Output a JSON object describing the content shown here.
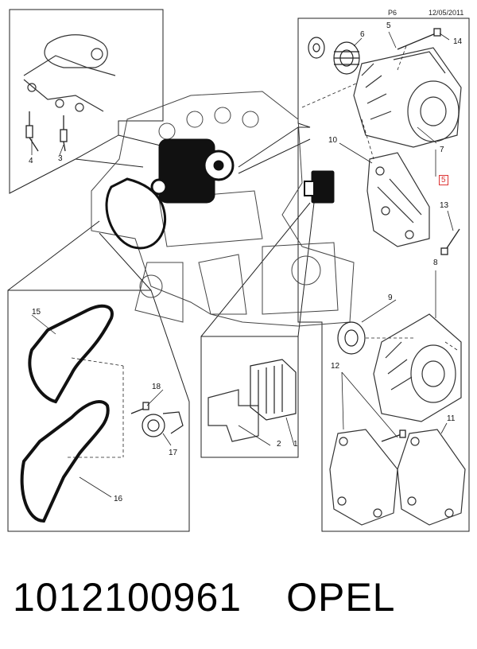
{
  "header": {
    "page": "P6",
    "date": "12/05/2011"
  },
  "callouts": {
    "c1": "1",
    "c2": "2",
    "c3": "3",
    "c4": "4",
    "c5": "5",
    "c5_box": "5",
    "c6": "6",
    "c7": "7",
    "c8": "8",
    "c9": "9",
    "c10": "10",
    "c11": "11",
    "c12": "12",
    "c13": "13",
    "c14": "14",
    "c15": "15",
    "c16": "16",
    "c17": "17",
    "c18": "18"
  },
  "caption": {
    "part_number": "1012100961",
    "brand": "OPEL"
  },
  "colors": {
    "line": "#222222",
    "highlight": "#d33333",
    "component": "#111111"
  }
}
